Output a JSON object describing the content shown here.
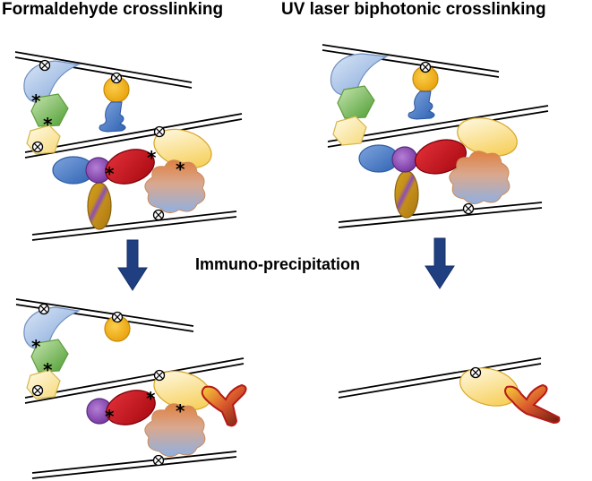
{
  "titles": {
    "left": "Formaldehyde crosslinking",
    "right": "UV laser biphotonic crosslinking"
  },
  "center_label": "Immuno-precipitation",
  "colors": {
    "blue_protein": "#b9cde8",
    "green_protein": "#8cc46a",
    "pale_yellow": "#fde9a0",
    "orange_circle": "#f2b21b",
    "dark_blue": "#3b66c4",
    "red_protein": "#c8101a",
    "purple_circle": "#8e4fb5",
    "arrow_navy": "#1f3f80",
    "antibody_red": "#c0201c",
    "antibody_yellow": "#f7d33a"
  },
  "icons": [
    "crosslink-marker-icon",
    "asterisk-icon",
    "down-arrow-icon",
    "antibody-icon"
  ]
}
